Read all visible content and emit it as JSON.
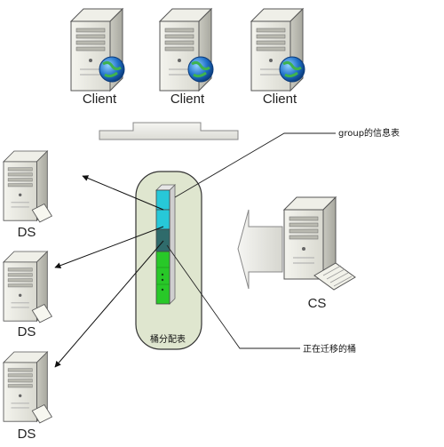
{
  "clients": {
    "labels": [
      "Client",
      "Client",
      "Client"
    ]
  },
  "data_servers": {
    "labels": [
      "DS",
      "DS",
      "DS"
    ]
  },
  "config_server": {
    "label": "CS"
  },
  "bucket_table": {
    "caption": "桶分配表"
  },
  "annotations": {
    "group_info": "group的信息表",
    "migrating_bucket": "正在迁移的桶"
  },
  "colors": {
    "bucket_cyan": "#27c8d8",
    "bucket_dark": "#2f6b6b",
    "bucket_green": "#28c828",
    "table_bg": "#dfe6cf",
    "arrow_fill": "#eeeeea"
  }
}
